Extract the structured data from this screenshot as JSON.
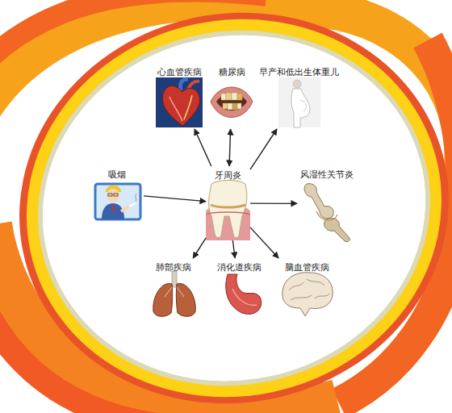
{
  "diagram": {
    "nodes": [
      {
        "text": [
          "心血管疾病"
        ]
      },
      {
        "text": [
          "糖尿病"
        ]
      },
      {
        "text": [
          "早产和低出生体重儿"
        ]
      },
      {
        "text": [
          "吸烟"
        ]
      },
      {
        "text": [
          "牙周炎"
        ]
      },
      {
        "text": [
          "风湿性关节炎"
        ]
      },
      {
        "text": [
          "肺部疾病"
        ]
      },
      {
        "text": [
          "消化道疾病"
        ]
      },
      {
        "text": [
          "脑血管疾病"
        ]
      }
    ],
    "edges": [
      {
        "from": 4,
        "to": 0,
        "arrow": "to"
      },
      {
        "from": 4,
        "to": 1,
        "arrow": "both"
      },
      {
        "from": 4,
        "to": 2,
        "arrow": "to"
      },
      {
        "from": 3,
        "to": 4,
        "arrow": "to"
      },
      {
        "from": 4,
        "to": 5,
        "arrow": "to"
      },
      {
        "from": 4,
        "to": 6,
        "arrow": "to"
      },
      {
        "from": 4,
        "to": 7,
        "arrow": "to"
      },
      {
        "from": 4,
        "to": 8,
        "arrow": "to"
      }
    ]
  }
}
